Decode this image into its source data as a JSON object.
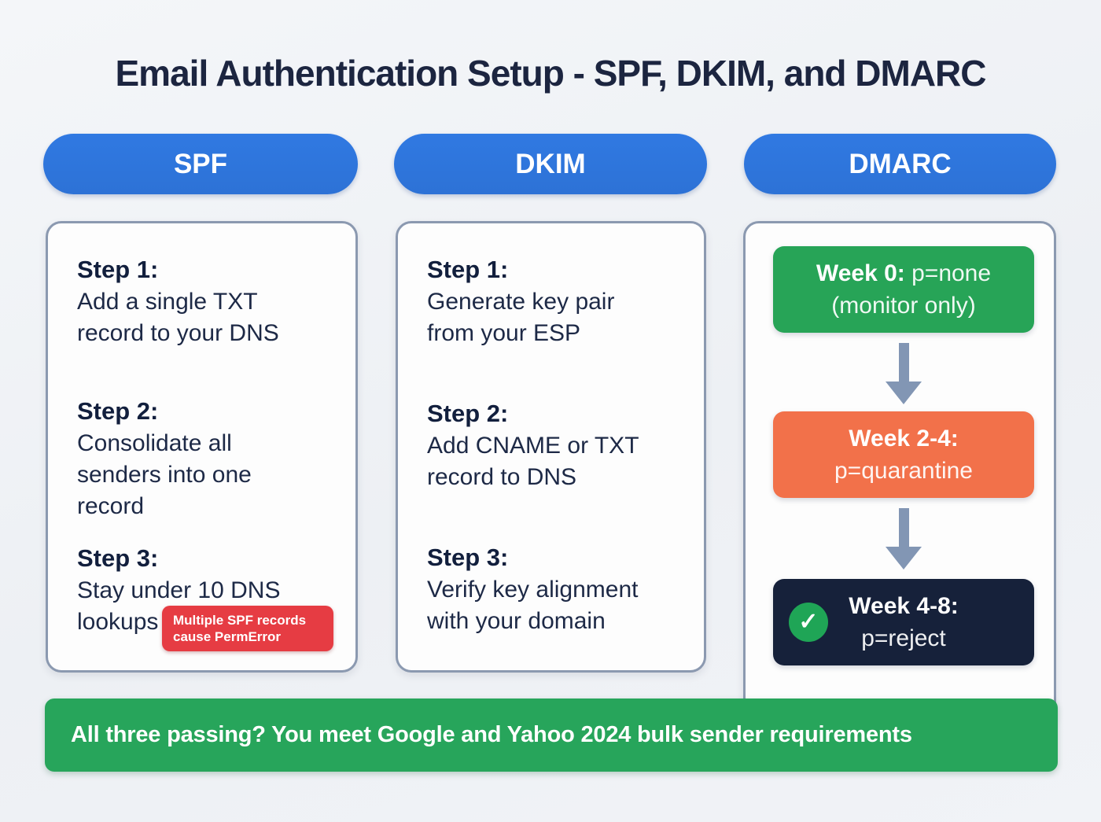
{
  "title": "Email Authentication Setup - SPF, DKIM, and DMARC",
  "colors": {
    "background": "#eef1f5",
    "title_text": "#1c2540",
    "header_pill_blue": "#2e77dd",
    "card_border": "#8b99b0",
    "card_background": "#fdfdfd",
    "body_text": "#1d2946",
    "warning_red": "#e63c43",
    "stage_green": "#27a457",
    "stage_orange": "#f2714a",
    "stage_navy": "#16213a",
    "arrow_gray": "#8296b4",
    "footer_green": "#27a55b",
    "check_green": "#1fa556"
  },
  "columns": [
    {
      "id": "spf",
      "header": "SPF",
      "steps": [
        {
          "label": "Step 1:",
          "text": "Add a single TXT record to your DNS"
        },
        {
          "label": "Step 2:",
          "text": "Consolidate all senders into one record"
        },
        {
          "label": "Step 3:",
          "text": "Stay under 10 DNS lookups"
        }
      ],
      "warning": "Multiple SPF records cause PermError"
    },
    {
      "id": "dkim",
      "header": "DKIM",
      "steps": [
        {
          "label": "Step 1:",
          "text": "Generate key pair from your ESP"
        },
        {
          "label": "Step 2:",
          "text": "Add CNAME or TXT record to DNS"
        },
        {
          "label": "Step 3:",
          "text": "Verify key alignment with your domain"
        }
      ]
    },
    {
      "id": "dmarc",
      "header": "DMARC",
      "stages": [
        {
          "label": "Week 0:",
          "value": "p=none",
          "sub": "(monitor only)",
          "bg": "#27a457"
        },
        {
          "label": "Week 2-4:",
          "value": "p=quarantine",
          "bg": "#f2714a"
        },
        {
          "label": "Week 4-8:",
          "value": "p=reject",
          "bg": "#16213a",
          "icon": "check-icon",
          "check_glyph": "✓"
        }
      ]
    }
  ],
  "footer": "All three passing? You meet Google and Yahoo 2024 bulk sender requirements"
}
